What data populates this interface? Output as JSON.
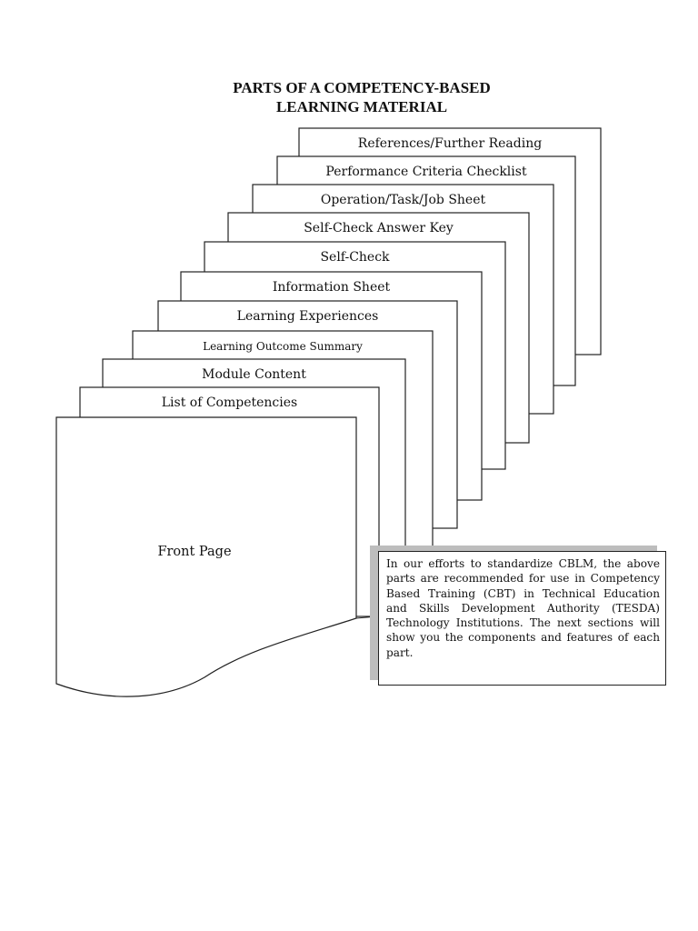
{
  "document": {
    "title_line1": "PARTS OF A COMPETENCY-BASED",
    "title_line2": "LEARNING MATERIAL"
  },
  "sheets": [
    {
      "label": "References/Further Reading"
    },
    {
      "label": "Performance Criteria Checklist"
    },
    {
      "label": "Operation/Task/Job Sheet"
    },
    {
      "label": "Self-Check Answer Key"
    },
    {
      "label": "Self-Check"
    },
    {
      "label": "Information Sheet"
    },
    {
      "label": "Learning Experiences"
    },
    {
      "label": "Learning Outcome Summary"
    },
    {
      "label": "Module Content"
    },
    {
      "label": "List of Competencies"
    }
  ],
  "front_page": {
    "label": "Front Page"
  },
  "note": {
    "text": "In our efforts to standardize CBLM, the above parts are recommended for use in Competency Based Training (CBT) in Technical Education and Skills Development Authority (TESDA) Technology Institutions. The next sections will show you the components and features of each part."
  }
}
